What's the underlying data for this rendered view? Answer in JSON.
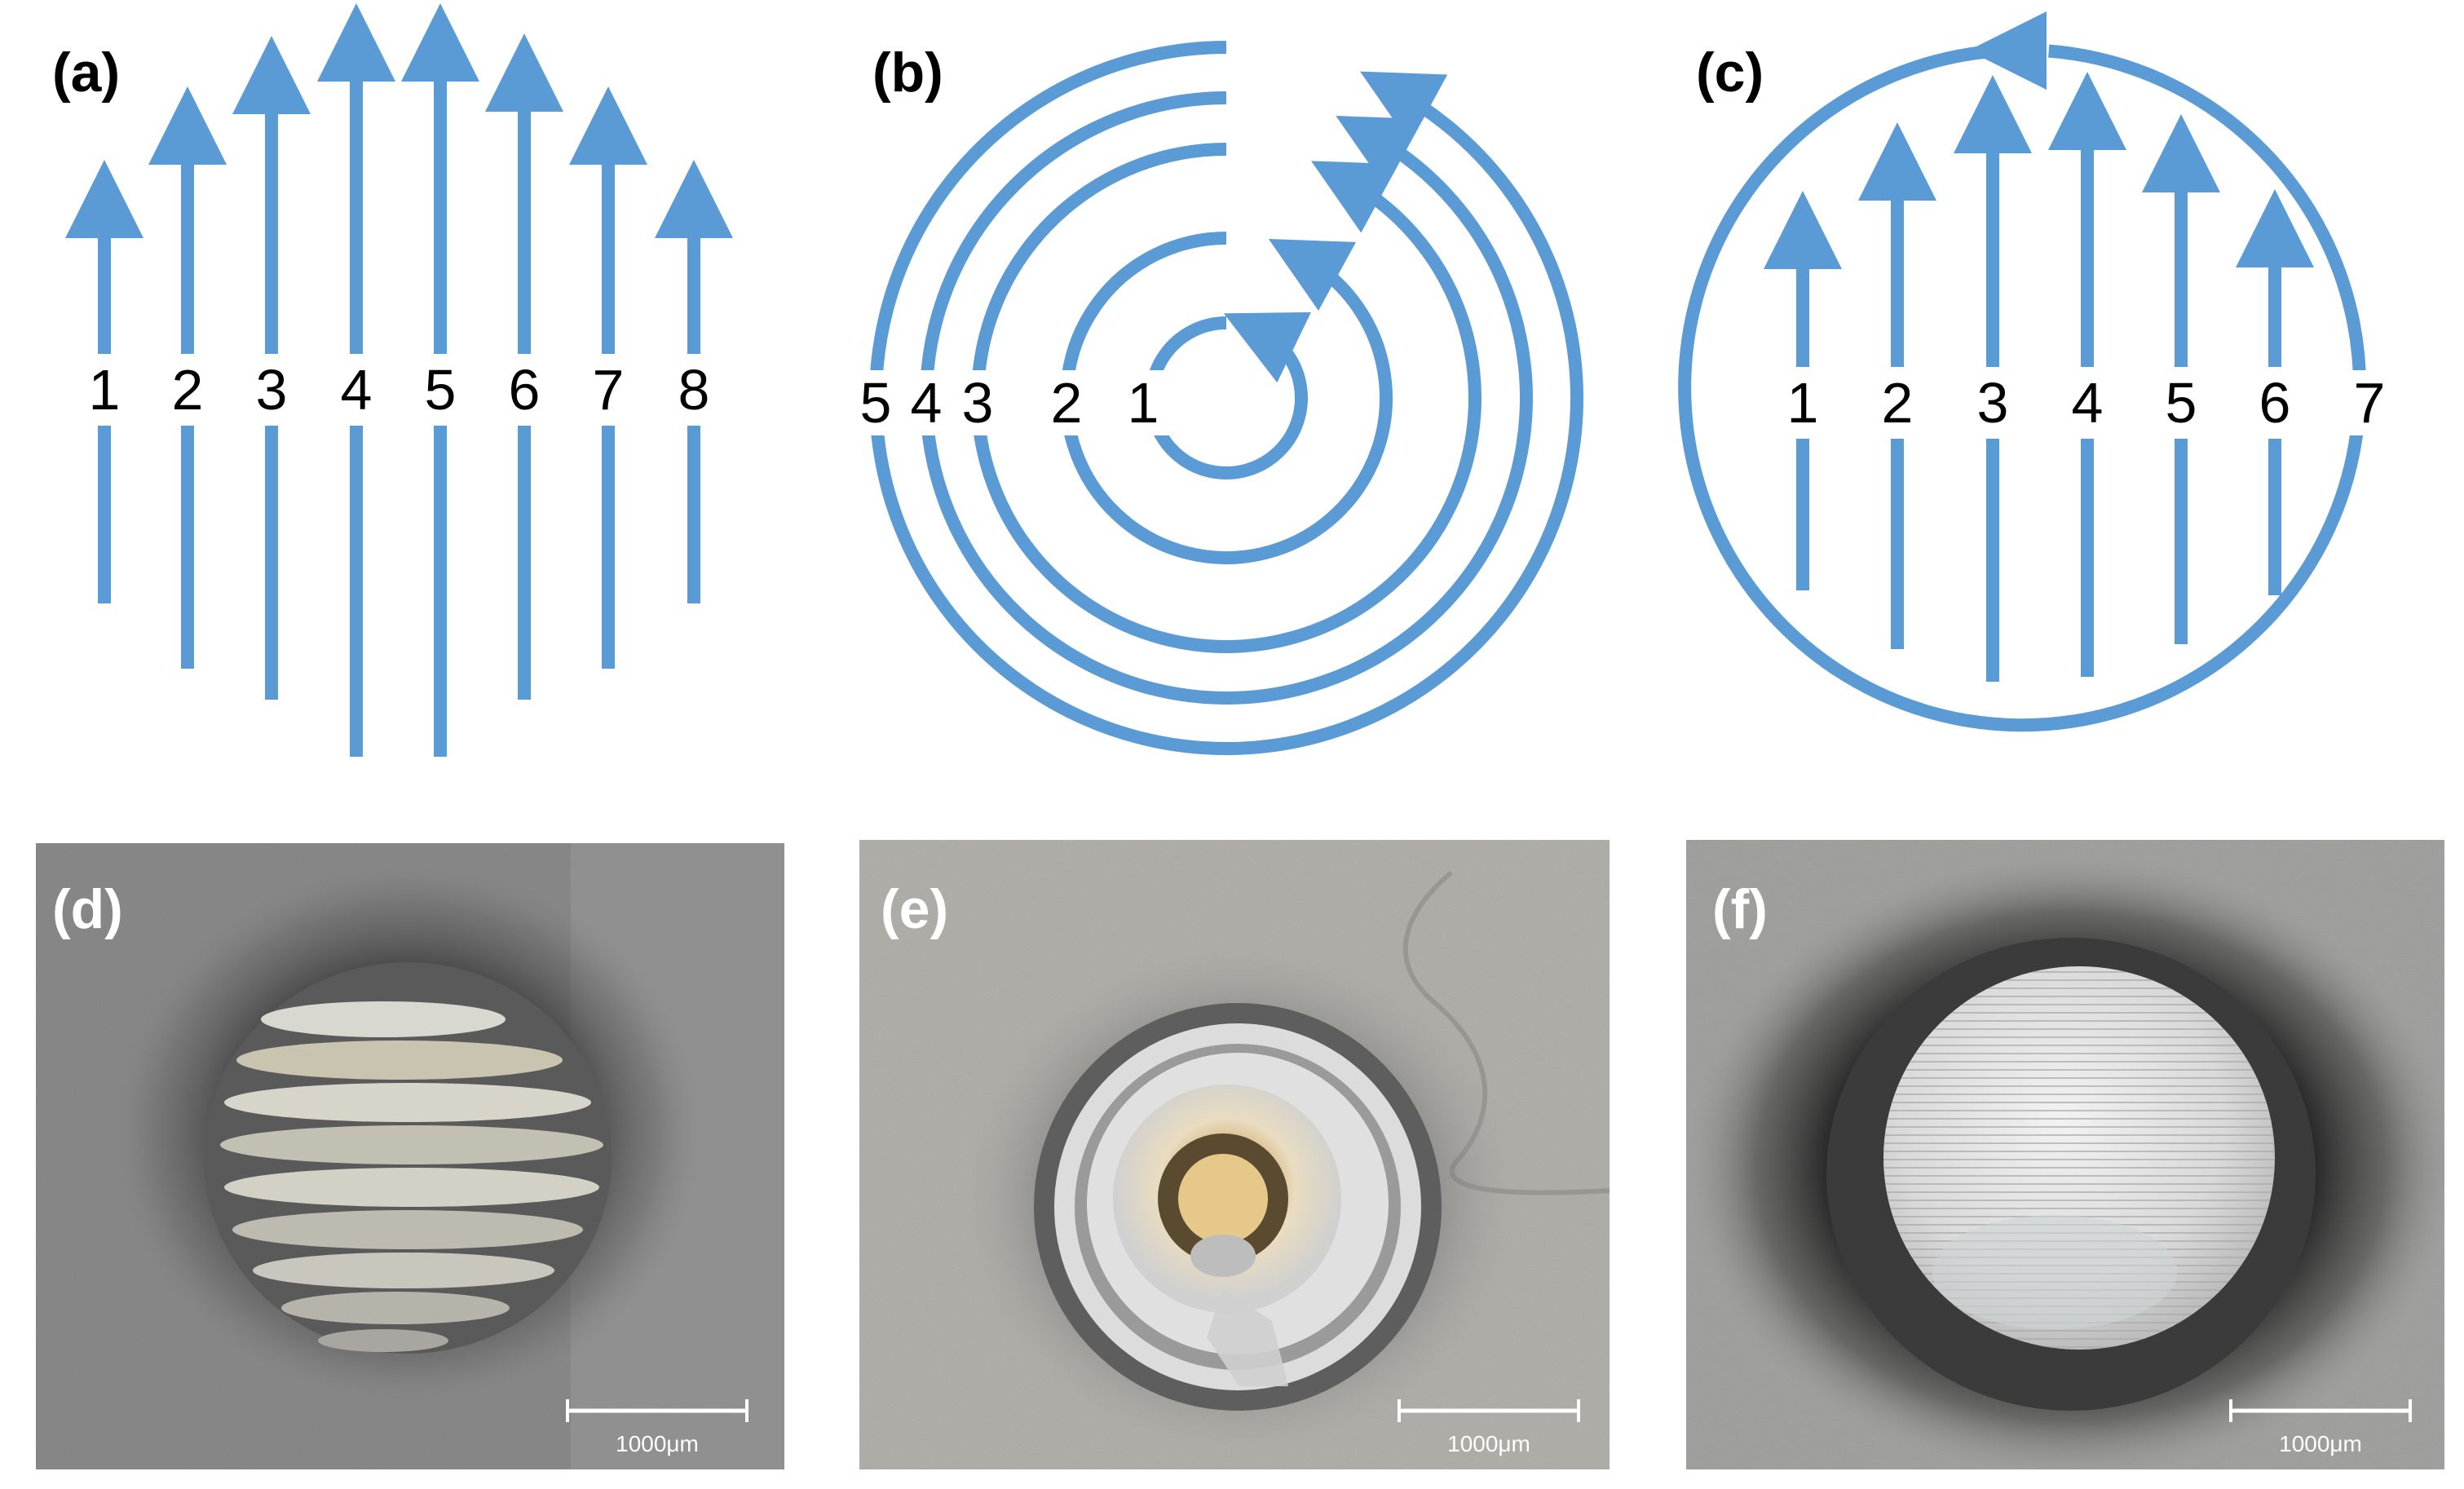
{
  "colors": {
    "path": "#5b9bd5",
    "label_dark": "#000000",
    "label_light": "#ffffff"
  },
  "panels": {
    "a": {
      "label": "(a)",
      "numbers": [
        "1",
        "2",
        "3",
        "4",
        "5",
        "6",
        "7",
        "8"
      ]
    },
    "b": {
      "label": "(b)",
      "numbers": [
        "5",
        "4",
        "3",
        "2",
        "1"
      ]
    },
    "c": {
      "label": "(c)",
      "numbers": [
        "1",
        "2",
        "3",
        "4",
        "5",
        "6",
        "7"
      ]
    },
    "d": {
      "label": "(d)",
      "scale_bar": "1000μm"
    },
    "e": {
      "label": "(e)",
      "scale_bar": "1000μm"
    },
    "f": {
      "label": "(f)",
      "scale_bar": "1000μm"
    }
  }
}
